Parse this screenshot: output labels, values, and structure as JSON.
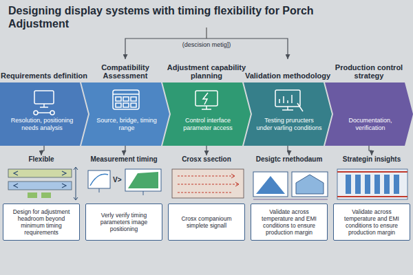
{
  "diagram": {
    "title": "Designing display systems with timing flexibility for Porch Adjustment",
    "nodes": [
      {
        "text": [
          "Requirements definition",
          "Resolution, positioning needs analysis"
        ]
      },
      {
        "text": [
          "Compatibility Assessment",
          "Source, bridge, timing range"
        ]
      },
      {
        "text": [
          "Adjustment capability planning",
          "Control interface parameter access"
        ]
      },
      {
        "text": [
          "Validation methodology",
          "Testing pruructers under varling conditions"
        ]
      },
      {
        "text": [
          "Production control strategy",
          "Documentation, verification"
        ]
      },
      {
        "text": [
          "Flexible",
          "Design for adjustment headroom beyond minimum timing requirements"
        ]
      },
      {
        "text": [
          "Measurement timing",
          "Verly verify timing parameters image positioning"
        ]
      },
      {
        "text": [
          "Crosx ssection",
          "Crosx companioum simplete signall"
        ]
      },
      {
        "text": [
          "Desigtc rnethodaum",
          "Validate across temperature and EMI conditions to ensure production margin"
        ]
      },
      {
        "text": [
          "Strategin insights",
          "Validate across temperature and EMI conditions to ensure production margin"
        ]
      }
    ],
    "edges": [
      {
        "from": 0,
        "to": 5,
        "arrow": "to"
      },
      {
        "from": 1,
        "to": 6,
        "arrow": "to"
      },
      {
        "from": 2,
        "to": 7,
        "arrow": "to"
      },
      {
        "from": 3,
        "to": 8,
        "arrow": "to"
      },
      {
        "from": 4,
        "to": 9,
        "arrow": "to"
      },
      {
        "from": 1,
        "to": 3,
        "label": "(descision metig])",
        "arrow": "both"
      }
    ],
    "labels": [
      "V>"
    ]
  }
}
